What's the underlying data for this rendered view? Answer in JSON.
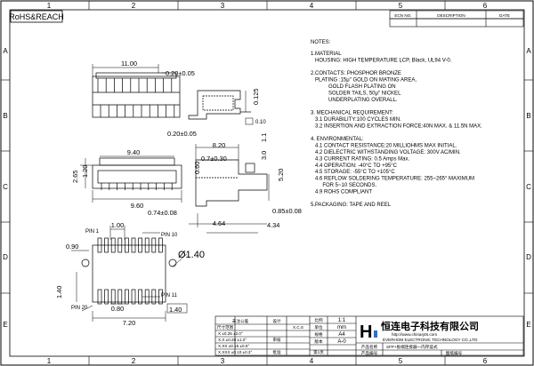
{
  "header": {
    "rohs_mark": "RoHS&REACH"
  },
  "zones": {
    "columns": [
      "1",
      "2",
      "3",
      "4",
      "5",
      "6"
    ],
    "rows": [
      "A",
      "B",
      "C",
      "D",
      "E"
    ]
  },
  "revision_table": {
    "headers": [
      "ECN NO.",
      "DESCRIPTION",
      "DATE"
    ]
  },
  "notes": {
    "title": "NOTES:",
    "lines": [
      "1.MATERIAL",
      "   HOUSING: HIGH TEMPERATURE LCP, Black, UL94 V-0.",
      "",
      "2.CONTACTS: PHOSPHOR BRONZE",
      "   PLATING :15μ\" GOLD ON MATING AREA,",
      "            GOLD FLASH PLATING ON",
      "            SOLDER TAILS, 50μ\" NICKEL",
      "            UNDERPLATING OVERALL.",
      "",
      "3. MECHANICAL REQUIREMENT:",
      "   3.1 DURABILITY:100 CYCLES MIN.",
      "   3.2 INSERTION AND EXTRACTION FORCE:40N MAX. & 11.5N MAX.",
      "",
      "4. ENVIRONMENTAL:",
      "   4.1 CONTACT RESISTANCE:20 MILLIOHMS MAX INITIAL.",
      "   4.2 DIELECTRIC WITHSTANDING VOLTAGE: 300V AC/MIN.",
      "   4.3 CURRENT RATING: 0.5 Amps Max.",
      "   4.4 OPERATION: -40°C TO +95°C",
      "   4.5 STORAGE: -55°C TO +105°C",
      "   4.6 REFLOW SOLDERING TEMPERATURE: 255~265° MAXIMUM",
      "        FOR 5~10 SECONDS.",
      "   4.9 ROHS COMPLIANT",
      "",
      "5.PACKAGING: TAPE AND REEL"
    ]
  },
  "dimensions": {
    "top_view_width": "11.00",
    "top_view_pitch": "0.20±0.05",
    "side_view_thickness": "0.125",
    "side_view_gap": "0.10",
    "pitch_below": "0.20±0.05",
    "dim_820": "8.20",
    "dim_11": "1.1",
    "dim_30": "3.0",
    "front_width": "9.40",
    "front_height_265": "2.65",
    "front_height_120": "1.20",
    "front_base_width": "9.60",
    "dim_060": "0.60",
    "dim_070": "0.7±0.30",
    "dim_520": "5.20",
    "dim_074": "0.74±0.08",
    "dim_085": "0.85±0.08",
    "dim_464": "4.64",
    "dim_434": "4.34",
    "bottom_pad_width": "1.00",
    "bottom_dim_090": "0.90",
    "bottom_dim_140_left": "1.40",
    "bottom_dim_080": "0.80",
    "bottom_dim_720": "7.20",
    "bottom_dim_140_right": "1.40",
    "hole_diameter": "Ø1.40",
    "pins": {
      "pin1": "PIN 1",
      "pin10": "PIN 10",
      "pin11": "PIN 11",
      "pin20": "PIN 20"
    }
  },
  "title_block": {
    "tolerance_label": "未注公差",
    "design_label": "设计",
    "designer": "X.C.S",
    "scale_label": "比例",
    "scale_value": "1:1",
    "unit_label": "单位",
    "unit_value": "mm",
    "size_label": "规格",
    "size_value": "A4",
    "version_label": "版本",
    "version_value": "A-0",
    "tolerance_rows": [
      "X  ±0.25 ±2.0°",
      "X.X  ±0.20 ±1.0°",
      "X.XX  ±0.15 ±0.5°",
      "X.XXX ±0.10 ±0.3°"
    ],
    "tolerance_header": "尺寸范围",
    "check_label": "审核",
    "approve_label": "批准",
    "company_cn": "恒连电子科技有限公司",
    "company_url": "http://www.chinarj45.com",
    "company_en": "EVERHOM ELECTRONIC TECHNOLOGY CO.,LTD",
    "product_name_label": "产品名称",
    "product_name": "SFP+板端连接器一内存竖式",
    "product_no_label": "产品编号",
    "drawing_no_label": "图纸编号",
    "sheet_label": "第1页"
  },
  "colors": {
    "line": "#000000",
    "paper": "#ffffff",
    "logo_blue": "#2a6fdb"
  }
}
